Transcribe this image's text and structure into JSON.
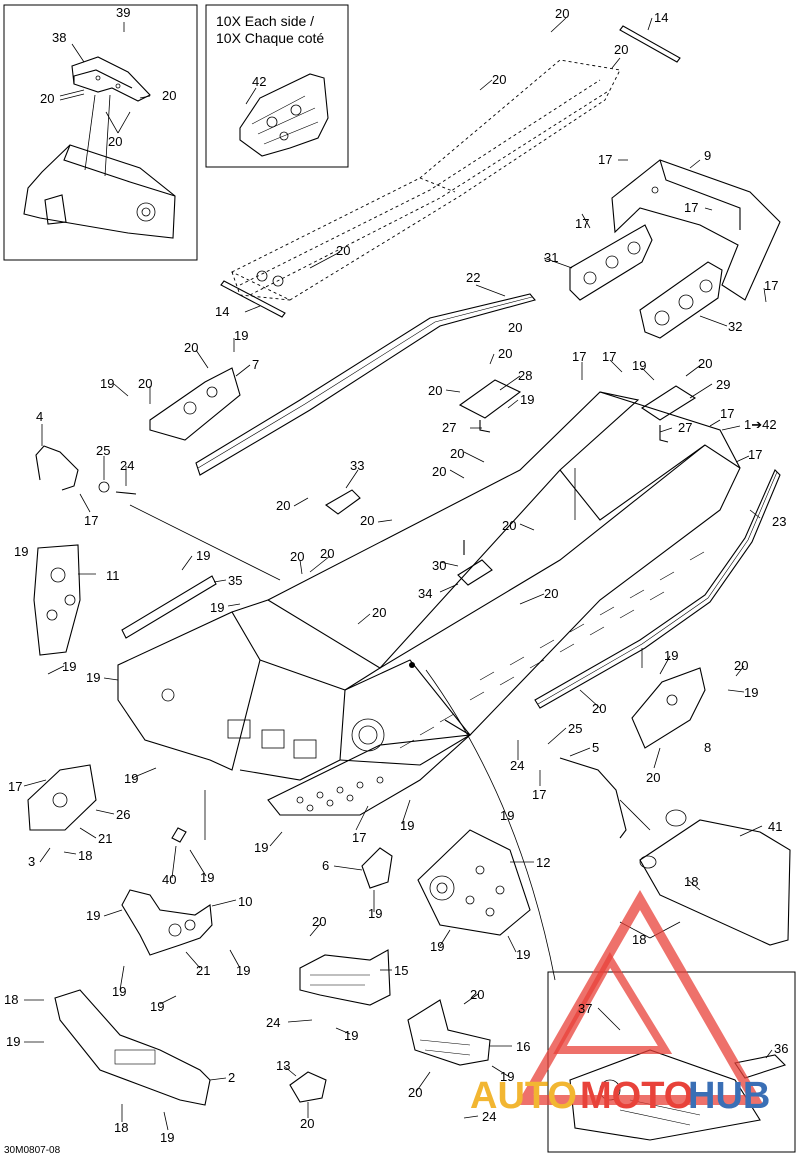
{
  "inset_note": {
    "line1": "10X Each side /",
    "line2": "10X Chaque coté"
  },
  "figure_code": "30M0807-08",
  "callouts": {
    "c39": "39",
    "c38": "38",
    "c20a": "20",
    "c20b": "20",
    "c20c": "20",
    "c42": "42",
    "c20t1": "20",
    "c14a": "14",
    "c20t2": "20",
    "c20t3": "20",
    "c20t4": "20",
    "c14b": "14",
    "c22": "22",
    "c20r": "20",
    "c17a": "17",
    "c9": "9",
    "c17b": "17",
    "c17c": "17",
    "c31": "31",
    "c17d": "17",
    "c32": "32",
    "c19a": "19",
    "c20d": "20",
    "c7": "7",
    "c19b": "19",
    "c20e": "20",
    "c20f": "20",
    "c28": "28",
    "c20g": "20",
    "c19c": "19",
    "c27a": "27",
    "c17e": "17",
    "c17f": "17",
    "c19d": "19",
    "c20h": "20",
    "c29": "29",
    "c17g": "17",
    "c1to42": "1➔42",
    "c27b": "27",
    "c17h": "17",
    "c4": "4",
    "c25a": "25",
    "c24a": "24",
    "c17i": "17",
    "c33": "33",
    "c20i": "20",
    "c20j": "20",
    "c20k": "20",
    "c20l": "20",
    "c20m": "20",
    "c23": "23",
    "c19e": "19",
    "c11": "11",
    "c19f": "19",
    "c35": "35",
    "c19g": "19",
    "c20n": "20",
    "c20o": "20",
    "c30": "30",
    "c34": "34",
    "c20p": "20",
    "c20q": "20",
    "c19h": "19",
    "c19i": "19",
    "c19j": "19",
    "c20s": "20",
    "c19k": "19",
    "c8": "8",
    "c20t": "20",
    "c20u": "20",
    "c25b": "25",
    "c5": "5",
    "c24b": "24",
    "c17j": "17",
    "c17k": "17",
    "c26": "26",
    "c21a": "21",
    "c3": "3",
    "c18a": "18",
    "c19l": "19",
    "c17l": "17",
    "c19m": "19",
    "c19n": "19",
    "c6": "6",
    "c19o": "19",
    "c12": "12",
    "c41": "41",
    "c18b": "18",
    "c40": "40",
    "c19p": "19",
    "c19q": "19",
    "c10": "10",
    "c19r": "19",
    "c21b": "21",
    "c19s": "19",
    "c19t": "19",
    "c19u": "19",
    "c19v": "19",
    "c18c": "18",
    "c20v": "20",
    "c15": "15",
    "c24c": "24",
    "c19w": "19",
    "c20w": "20",
    "c16": "16",
    "c19x": "19",
    "c20x": "20",
    "c37": "37",
    "c36": "36",
    "c18d": "18",
    "c19y": "19",
    "c2": "2",
    "c18e": "18",
    "c19z": "19",
    "c13": "13",
    "c20y": "20",
    "c24d": "24"
  },
  "watermark": {
    "text_a": "AUTO",
    "text_b": "MOTO",
    "text_c": "HUB",
    "color_a": "#f2b632",
    "color_b": "#e8423a",
    "color_c": "#3a6fb5"
  }
}
